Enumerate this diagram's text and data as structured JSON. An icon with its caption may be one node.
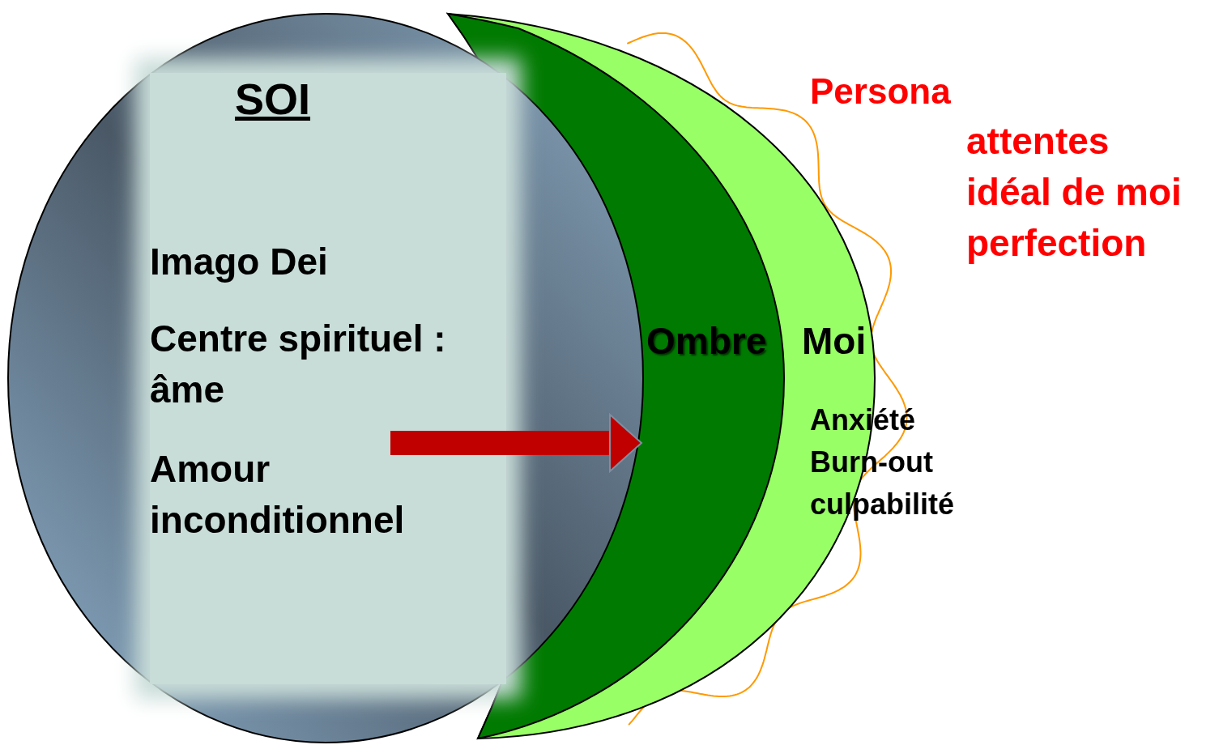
{
  "diagram": {
    "nodes": [
      {
        "text": [],
        "shape": "circle"
      },
      {
        "text": [
          "SOI",
          "Imago Dei",
          "Centre spirituel : âme",
          "Amour inconditionnel"
        ],
        "in": 0
      },
      {
        "text": [
          "Ombre"
        ],
        "in": 3
      },
      {
        "text": [
          "Moi"
        ]
      },
      {
        "text": [
          "Persona",
          "attentes idéal de moi perfection",
          "Anxiété Burn-out culpabilité"
        ]
      }
    ],
    "edges": [
      {
        "from": 1,
        "to": 2,
        "arrow": "to",
        "color": "#c00000"
      }
    ]
  }
}
